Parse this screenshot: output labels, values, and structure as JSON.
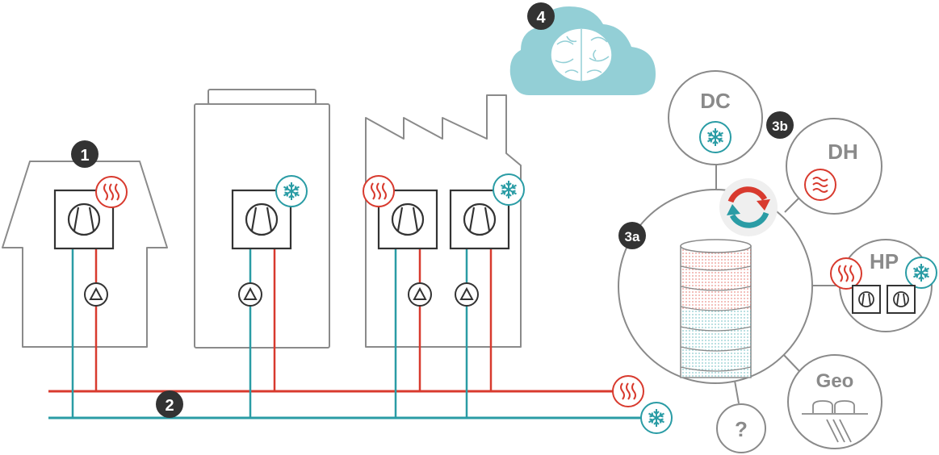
{
  "badges": {
    "one": "1",
    "two": "2",
    "three_a": "3a",
    "three_b": "3b",
    "four": "4"
  },
  "nodes": {
    "dc": "DC",
    "dh": "DH",
    "hp": "HP",
    "geo": "Geo",
    "unknown": "?"
  },
  "colors": {
    "outline": "#8a8a8a",
    "dark": "#333333",
    "heat": "#d83a2e",
    "cool": "#2a9ca5",
    "cloud": "#93cfd6",
    "badge": "#333333"
  },
  "icons": {
    "heat": "heat-waves-icon",
    "cool": "snowflake-icon",
    "district_heat": "wavy-lines-icon",
    "exchange": "circular-arrows-icon",
    "pump": "pump-triangle-icon",
    "compressor": "compressor-unit-icon",
    "brain": "brain-icon"
  }
}
